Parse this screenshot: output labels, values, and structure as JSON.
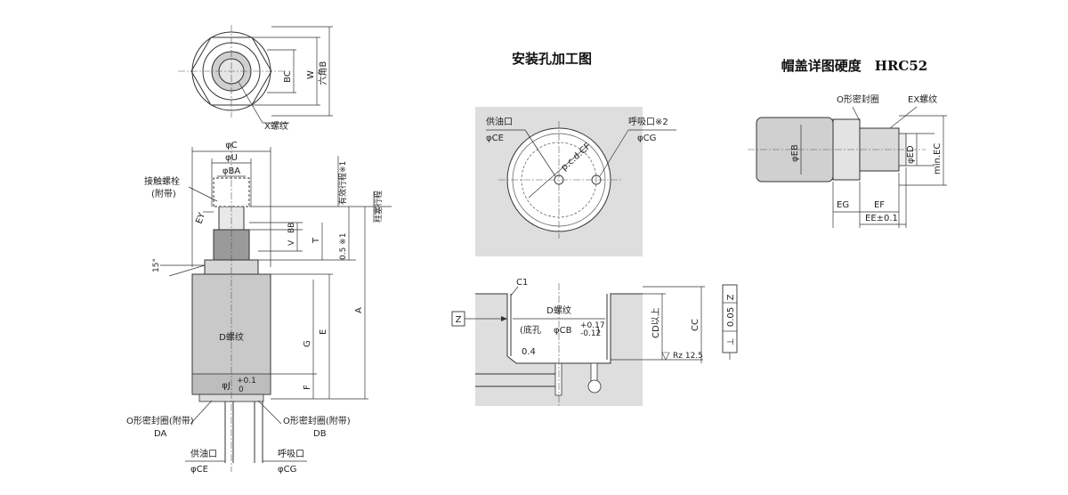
{
  "titles": {
    "mount_hole": "安装孔加工图",
    "cap_detail": "帽盖详图硬度　HRC52"
  },
  "top_view": {
    "bc": "BC",
    "w": "W",
    "hex_b": "六角B",
    "x_thread": "X螺纹"
  },
  "side_view": {
    "phi_c": "φC",
    "phi_u": "φU",
    "phi_ba": "φBA",
    "contact_bolt": "接触螺栓",
    "attached": "(附带)",
    "ey": "EY",
    "bb": "BB",
    "v": "V",
    "t": "T",
    "half_stroke": "0.5 ※1",
    "eff_stroke": "有效行程※1",
    "piston_stroke": "柱塞行程",
    "angle": "15°",
    "e": "E",
    "a": "A",
    "g": "G",
    "f": "F",
    "d_thread": "D螺纹",
    "phi_j": "φJ",
    "phi_j_tol_upper": "+0.1",
    "phi_j_tol_lower": "0",
    "oring_left": "O形密封圈(附带)",
    "oring_right": "O形密封圈(附带)",
    "da": "DA",
    "db": "DB",
    "supply_port": "供油口",
    "phi_ce": "φCE",
    "breather_port": "呼吸口",
    "phi_cg": "φCG"
  },
  "mount_hole": {
    "supply_port": "供油口",
    "phi_ce": "φCE",
    "breather_port": "呼吸口※2",
    "phi_cg": "φCG",
    "pcd": "p.c.d.CF",
    "c1": "C1",
    "z_left": "Z",
    "d_thread": "D螺纹",
    "bottom_hole": "(底孔",
    "phi_cb": "φCB",
    "cb_tol_upper": "+0.17",
    "cb_tol_lower": "-0.12",
    "close_paren": ")",
    "chamfer": "0.4",
    "cd_min": "CD以上",
    "cc": "CC",
    "roughness": "Rz 12.5",
    "perp_symbol": "⊥",
    "perp_value": "0.05",
    "perp_datum": "Z"
  },
  "cap_detail": {
    "oring": "O形密封圈",
    "ex_thread": "EX螺纹",
    "phi_eb": "φEB",
    "phi_ed": "φED",
    "min_ec": "min.EC",
    "eg": "EG",
    "ef": "EF",
    "ee": "EE±0.1"
  }
}
